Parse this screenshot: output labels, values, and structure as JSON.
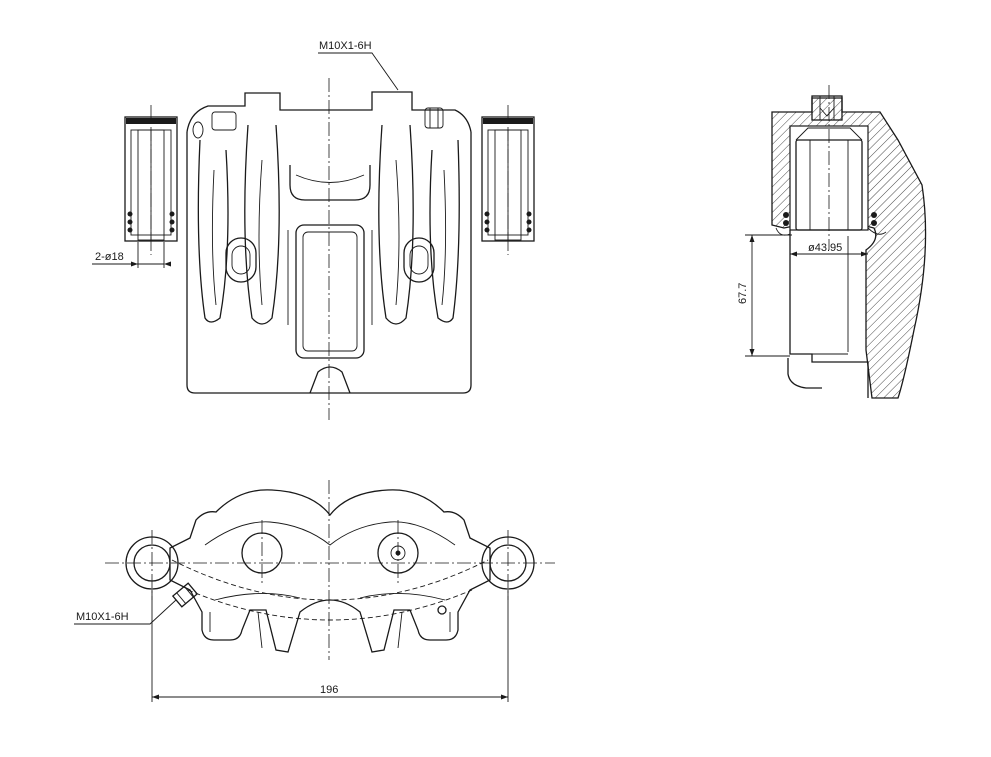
{
  "drawing": {
    "labels": {
      "thread_top": "M10X1-6H",
      "hole_dia": "2-ø18",
      "piston_dia": "ø43.95",
      "height_dim": "67.7",
      "thread_bottom": "M10X1-6H",
      "width_dim": "196"
    },
    "colors": {
      "line": "#1a1a1a",
      "background": "#ffffff",
      "hatch": "#1a1a1a"
    }
  }
}
